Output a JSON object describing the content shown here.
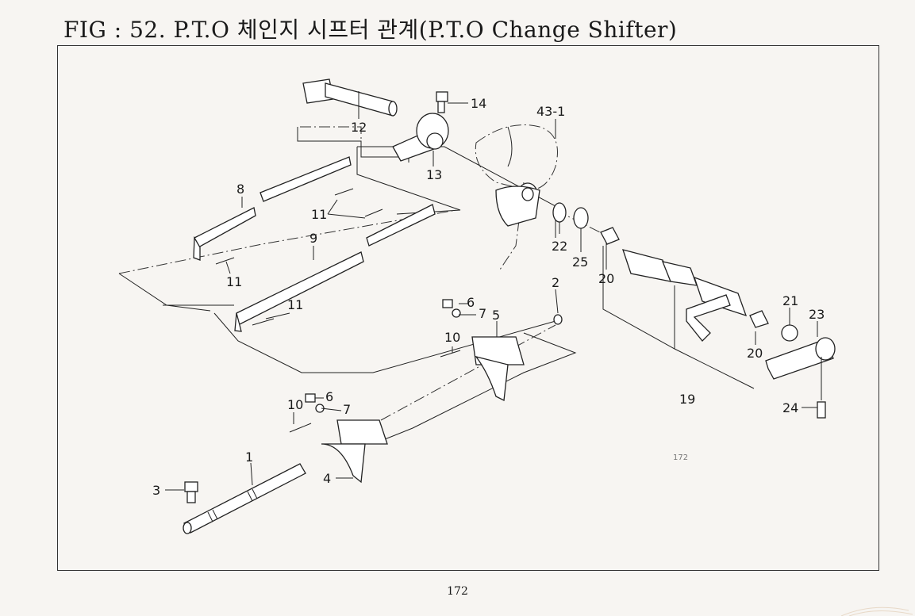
{
  "page": {
    "title": "FIG : 52. P.T.O 체인지 시프터 관계(P.T.O Change Shifter)",
    "page_number": "172",
    "stray_mark": "172"
  },
  "callouts": [
    {
      "id": "12",
      "label": "12"
    },
    {
      "id": "14",
      "label": "14"
    },
    {
      "id": "43-1",
      "label": "43-1"
    },
    {
      "id": "13",
      "label": "13"
    },
    {
      "id": "8",
      "label": "8"
    },
    {
      "id": "11a",
      "label": "11"
    },
    {
      "id": "11b",
      "label": "11"
    },
    {
      "id": "11c",
      "label": "11"
    },
    {
      "id": "9",
      "label": "9"
    },
    {
      "id": "22",
      "label": "22"
    },
    {
      "id": "25",
      "label": "25"
    },
    {
      "id": "20a",
      "label": "20"
    },
    {
      "id": "2",
      "label": "2"
    },
    {
      "id": "6a",
      "label": "6"
    },
    {
      "id": "7a",
      "label": "7"
    },
    {
      "id": "5",
      "label": "5"
    },
    {
      "id": "10a",
      "label": "10"
    },
    {
      "id": "21",
      "label": "21"
    },
    {
      "id": "23",
      "label": "23"
    },
    {
      "id": "20b",
      "label": "20"
    },
    {
      "id": "19",
      "label": "19"
    },
    {
      "id": "24",
      "label": "24"
    },
    {
      "id": "10b",
      "label": "10"
    },
    {
      "id": "6b",
      "label": "6"
    },
    {
      "id": "7b",
      "label": "7"
    },
    {
      "id": "1",
      "label": "1"
    },
    {
      "id": "3",
      "label": "3"
    },
    {
      "id": "4",
      "label": "4"
    }
  ]
}
